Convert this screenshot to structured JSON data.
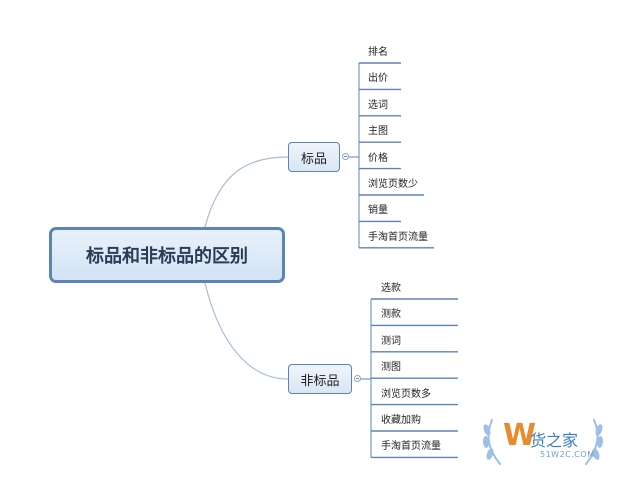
{
  "root": {
    "label": "标品和非标品的区别"
  },
  "branches": [
    {
      "label": "标品",
      "leaves": [
        "排名",
        "出价",
        "选词",
        "主图",
        "价格",
        "浏览页数少",
        "销量",
        "手淘首页流量"
      ]
    },
    {
      "label": "非标品",
      "leaves": [
        "选款",
        "测款",
        "测词",
        "测图",
        "浏览页数多",
        "收藏加购",
        "手淘首页流量"
      ]
    }
  ],
  "watermark": {
    "brand": "货之家",
    "letter": "W",
    "url": "51W2C.COM"
  },
  "colors": {
    "line": "#5b84b8",
    "curve": "#a9bdd6",
    "node_fill": "#dbe7f5",
    "text": "#222222"
  }
}
